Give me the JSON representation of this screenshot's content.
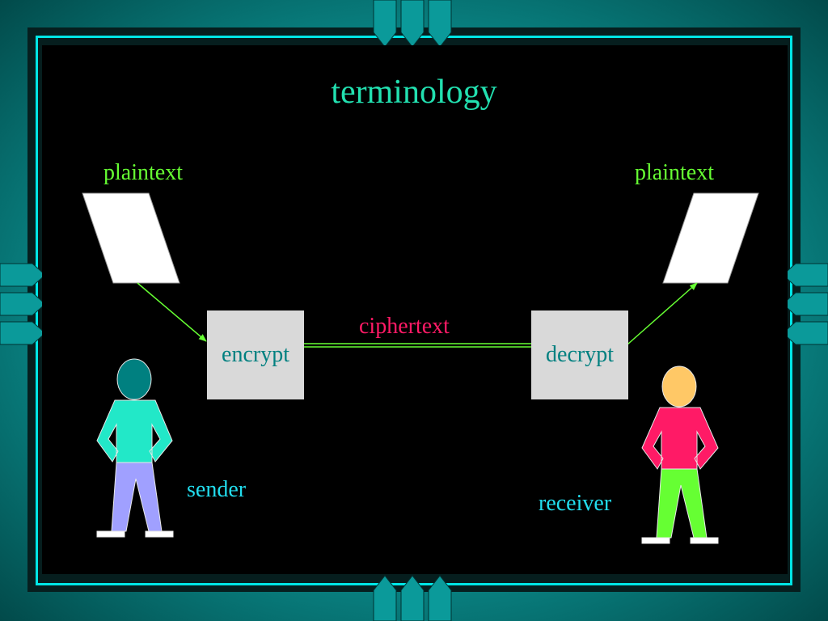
{
  "slide": {
    "title": "terminology",
    "left_doc_label": "plaintext",
    "right_doc_label": "plaintext",
    "encrypt_label": "encrypt",
    "decrypt_label": "decrypt",
    "channel_label": "ciphertext",
    "sender_label": "sender",
    "receiver_label": "receiver"
  },
  "colors": {
    "background": "#000000",
    "frame": "#0aa0a0",
    "title": "#22e0b0",
    "plaintext": "#66ff33",
    "ciphertext": "#ff1a66",
    "person_label": "#22ddee",
    "box_fill": "#d9d9d9",
    "box_text": "#008080",
    "arrow": "#66ff33",
    "sender_head": "#008080",
    "sender_shirt": "#22e8c8",
    "sender_pants": "#a0a0ff",
    "receiver_head": "#ffc866",
    "receiver_shirt": "#ff1a66",
    "receiver_pants": "#66ff33"
  },
  "icons": [
    "plaintext-document-icon",
    "sender-person-icon",
    "receiver-person-icon",
    "arrow-icon"
  ]
}
